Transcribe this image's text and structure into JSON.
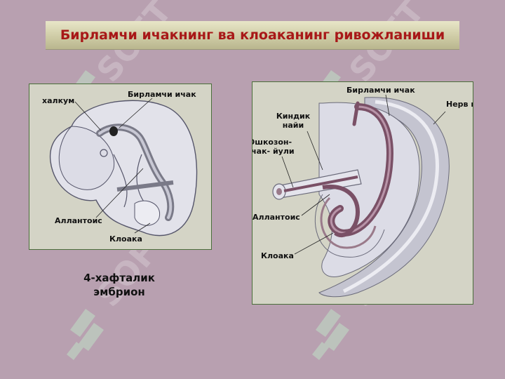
{
  "title": "Бирламчи ичакнинг ва клоаканинг ривожланиши",
  "watermark": "SOFT",
  "colors": {
    "background": "#b8a0b0",
    "title_text": "#a81818",
    "panel_fill": "#d4d4c6",
    "panel_border": "#4a6e3a",
    "gut_dark": "#7a5066",
    "gut_light": "#e8e6ee"
  },
  "left_figure": {
    "labels": {
      "halqum": "халкум",
      "birlamchi_ichak": "Бирламчи ичак",
      "allantois": "Аллантоис",
      "kloaka": "Клоака"
    },
    "caption_line1": "4-хафталик",
    "caption_line2": "эмбрион"
  },
  "right_figure": {
    "labels": {
      "birlamchi_ichak": "Бирламчи ичак",
      "nerv_nayi": "Нерв найи",
      "kindik_line1": "Киндик",
      "kindik_line2": "найи",
      "oshkozon_line1": "Ошкозон-",
      "oshkozon_line2": "ичак- йули",
      "allantois": "Аллантоис",
      "kloaka": "Клоака"
    }
  }
}
